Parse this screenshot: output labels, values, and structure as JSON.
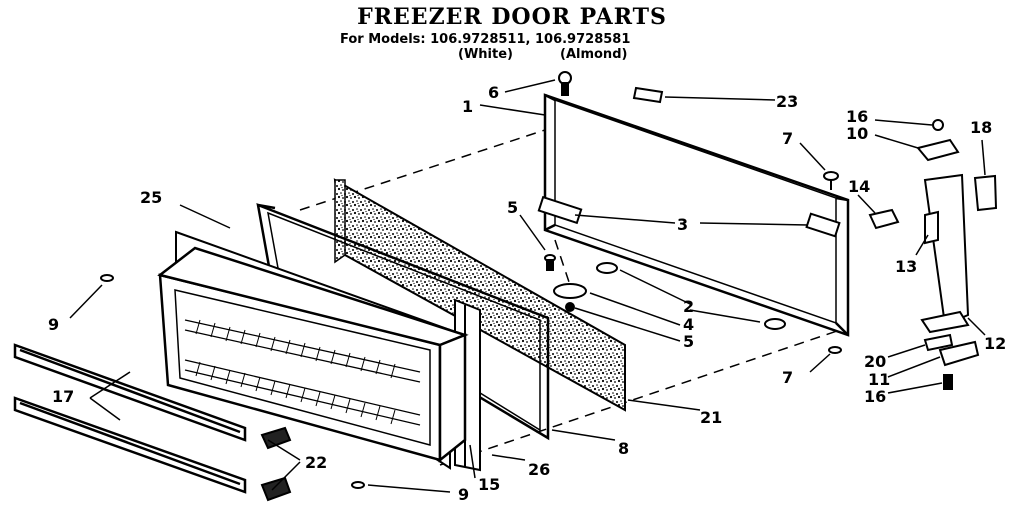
{
  "title": "FREEZER DOOR PARTS",
  "subtitle": "For Models: 106.9728511, 106.9728581",
  "variants": [
    "(White)",
    "(Almond)"
  ],
  "callouts": {
    "c1": "1",
    "c2": "2",
    "c3": "3",
    "c4": "4",
    "c5a": "5",
    "c5b": "5",
    "c6": "6",
    "c7a": "7",
    "c7b": "7",
    "c8": "8",
    "c9a": "9",
    "c9b": "9",
    "c10": "10",
    "c11": "11",
    "c12": "12",
    "c13": "13",
    "c14": "14",
    "c15": "15",
    "c16a": "16",
    "c16b": "16",
    "c17": "17",
    "c18": "18",
    "c20": "20",
    "c21": "21",
    "c22": "22",
    "c23": "23",
    "c25": "25",
    "c26": "26"
  }
}
